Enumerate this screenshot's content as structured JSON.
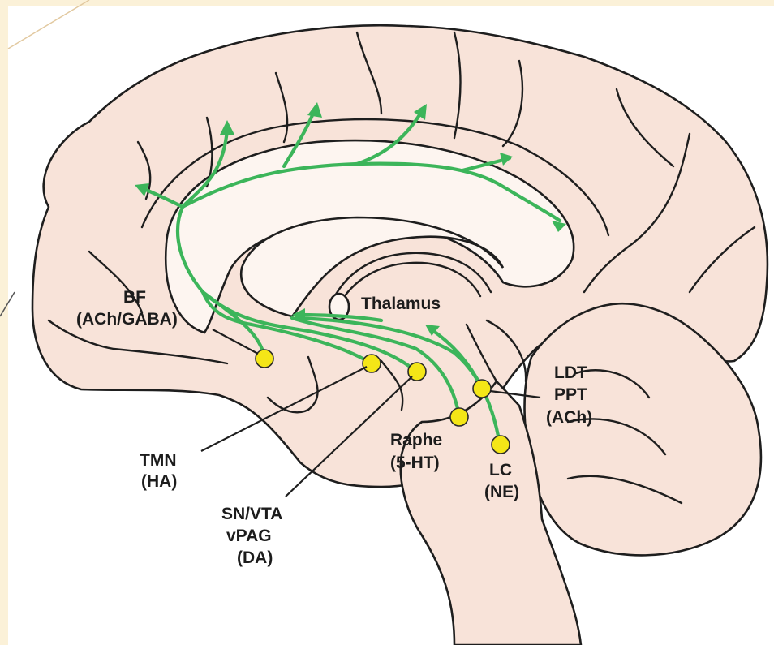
{
  "labels": {
    "thalamus": "Thalamus",
    "bf_line1": "BF",
    "bf_line2": "(ACh/GABA)",
    "tmn_line1": "TMN",
    "tmn_line2": "(HA)",
    "snvta_line1": "SN/VTA",
    "snvta_line2": "vPAG",
    "snvta_line3": "(DA)",
    "raphe_line1": "Raphe",
    "raphe_line2": "(5-HT)",
    "lc_line1": "LC",
    "lc_line2": "(NE)",
    "ldt_line1": "LDT",
    "ldt_line2": "PPT",
    "ldt_line3": "(ACh)"
  },
  "colors": {
    "pathway": "#3cb55a",
    "nucleus": "#f4e617",
    "brain_tissue": "#f8e3d9",
    "background": "#fbf1d8"
  },
  "icons": {
    "nucleus_marker": "yellow-circle",
    "projection": "green-arrow"
  }
}
